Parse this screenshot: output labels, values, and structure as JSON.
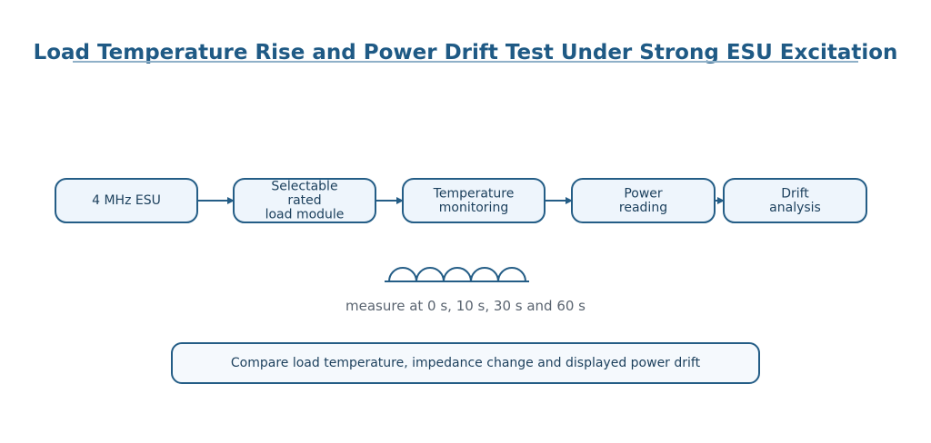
{
  "title": "Load Temperature Rise and Power Drift Test Under Strong ESU Excitation",
  "nodes": [
    {
      "id": "esu",
      "lines": [
        "4 MHz ESU"
      ]
    },
    {
      "id": "load",
      "lines": [
        "Selectable",
        "rated",
        "load module"
      ]
    },
    {
      "id": "temp",
      "lines": [
        "Temperature",
        "monitoring"
      ]
    },
    {
      "id": "power",
      "lines": [
        "Power",
        "reading"
      ]
    },
    {
      "id": "drift",
      "lines": [
        "Drift",
        "analysis"
      ]
    }
  ],
  "caption": "measure at 0 s, 10 s, 30 s and 60 s",
  "summary": "Compare load temperature, impedance change and displayed power drift",
  "colors": {
    "title": "#1f5a85",
    "stroke": "#245d86",
    "node_fill": "#eef5fc",
    "text": "#1b3f5c",
    "caption": "#5a6470"
  }
}
